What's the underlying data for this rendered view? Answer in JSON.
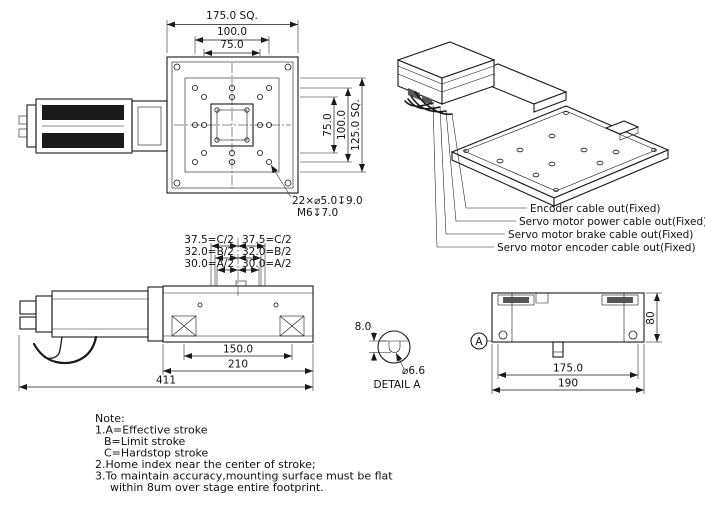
{
  "top_view": {
    "dim_sq_175": "175.0 SQ.",
    "dim_100_top": "100.0",
    "dim_75_top": "75.0",
    "dim_75_right": "75.0",
    "dim_100_right": "100.0",
    "dim_sq_125": "125.0 SQ.",
    "hole_callout_line1": "22×⌀5.0↧9.0",
    "hole_callout_line2": "M6↧7.0"
  },
  "iso_view": {
    "cable_labels": [
      "Encoder cable out(Fixed)",
      "Servo motor power cable out(Fixed)",
      "Servo motor brake cable out(Fixed)",
      "Servo motor encoder cable out(Fixed)"
    ]
  },
  "side_view": {
    "stroke_dims_left": [
      "37.5=C/2",
      "32.0=B/2",
      "30.0=A/2"
    ],
    "stroke_dims_right": [
      "37.5=C/2",
      "32.0=B/2",
      "30.0=A/2"
    ],
    "dim_150": "150.0",
    "dim_210": "210",
    "dim_411": "411"
  },
  "detail_a": {
    "dim_8": "8.0",
    "dim_dia": "⌀6.6",
    "label": "DETAIL A"
  },
  "end_view": {
    "dim_80": "80",
    "dim_175": "175.0",
    "dim_190": "190",
    "detail_marker": "A"
  },
  "notes": {
    "title": "Note:",
    "lines": [
      "1.A=Effective stroke",
      "B=Limit stroke",
      "C=Hardstop stroke",
      "2.Home index near the center of stroke;",
      "3.To maintain accuracy,mounting surface must be flat",
      "within 8um over stage entire footprint."
    ]
  },
  "colors": {
    "line": "#1a1a1a",
    "background": "#ffffff"
  }
}
